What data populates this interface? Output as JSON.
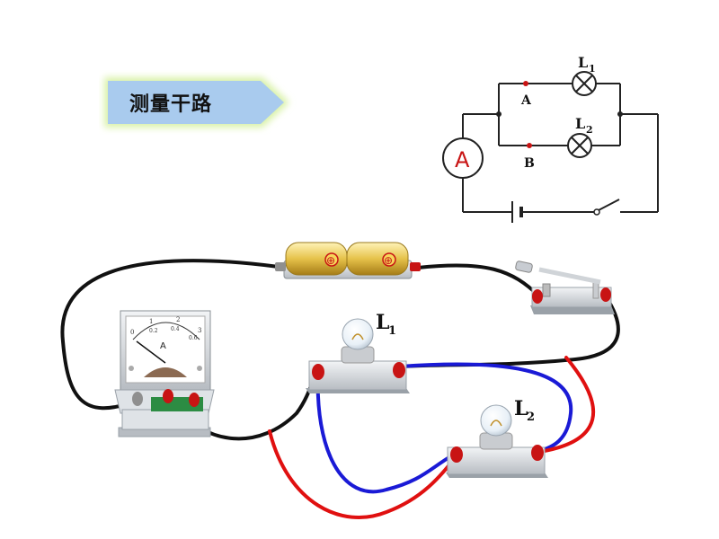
{
  "title": "测量干路",
  "schematic": {
    "point_a": "A",
    "point_b": "B",
    "lamp1": "L",
    "lamp1_sub": "1",
    "lamp2": "L",
    "lamp2_sub": "2",
    "ammeter_symbol": "A"
  },
  "apparatus": {
    "lamp1_label": "L",
    "lamp1_sub": "1",
    "lamp2_label": "L",
    "lamp2_sub": "2",
    "ammeter_unit": "A",
    "battery_symbol": "⊕",
    "scale": {
      "upper_ticks": [
        "0",
        "1",
        "2",
        "3"
      ],
      "lower_ticks": [
        "0.2",
        "0.4",
        "0.6"
      ]
    }
  },
  "colors": {
    "title_fill": "#a9cbee",
    "title_glow": "#d9f2a8",
    "wire_black": "#111111",
    "wire_red": "#e01010",
    "wire_blue": "#1a1ad6",
    "terminal_red": "#c81414",
    "battery_gold": "#e6c24a"
  }
}
